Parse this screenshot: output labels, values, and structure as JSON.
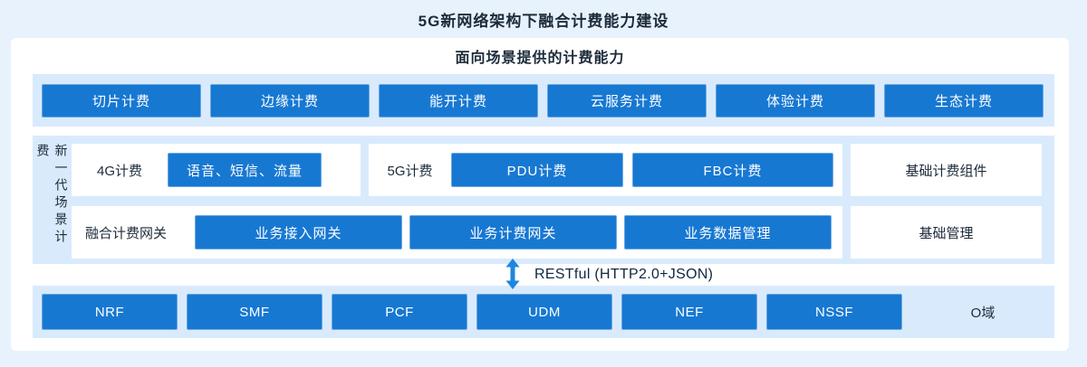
{
  "page": {
    "title": "5G新网络架构下融合计费能力建设"
  },
  "capabilities": {
    "title": "面向场景提供的计费能力",
    "items": [
      "切片计费",
      "边缘计费",
      "能开计费",
      "云服务计费",
      "体验计费",
      "生态计费"
    ]
  },
  "scene": {
    "side_label": "新一代场景计费",
    "group_4g": {
      "label": "4G计费",
      "items": [
        "语音、短信、流量"
      ]
    },
    "group_5g": {
      "label": "5G计费",
      "items": [
        "PDU计费",
        "FBC计费"
      ]
    },
    "group_gateway": {
      "label": "融合计费网关",
      "items": [
        "业务接入网关",
        "业务计费网关",
        "业务数据管理"
      ]
    },
    "right_boxes": [
      "基础计费组件",
      "基础管理"
    ]
  },
  "interface": {
    "label": "RESTful (HTTP2.0+JSON)",
    "arrow_icon": "double-headed-vertical-arrow"
  },
  "network": {
    "items": [
      "NRF",
      "SMF",
      "PCF",
      "UDM",
      "NEF",
      "NSSF"
    ],
    "domain_label": "O域"
  },
  "colors": {
    "accent_blue": "#1778d2",
    "band_light_blue": "#d9eafc",
    "page_background": "#e8f2fc",
    "panel_white": "#ffffff",
    "arrow_blue": "#1f86e0",
    "dark_text": "#1c2b3a"
  }
}
